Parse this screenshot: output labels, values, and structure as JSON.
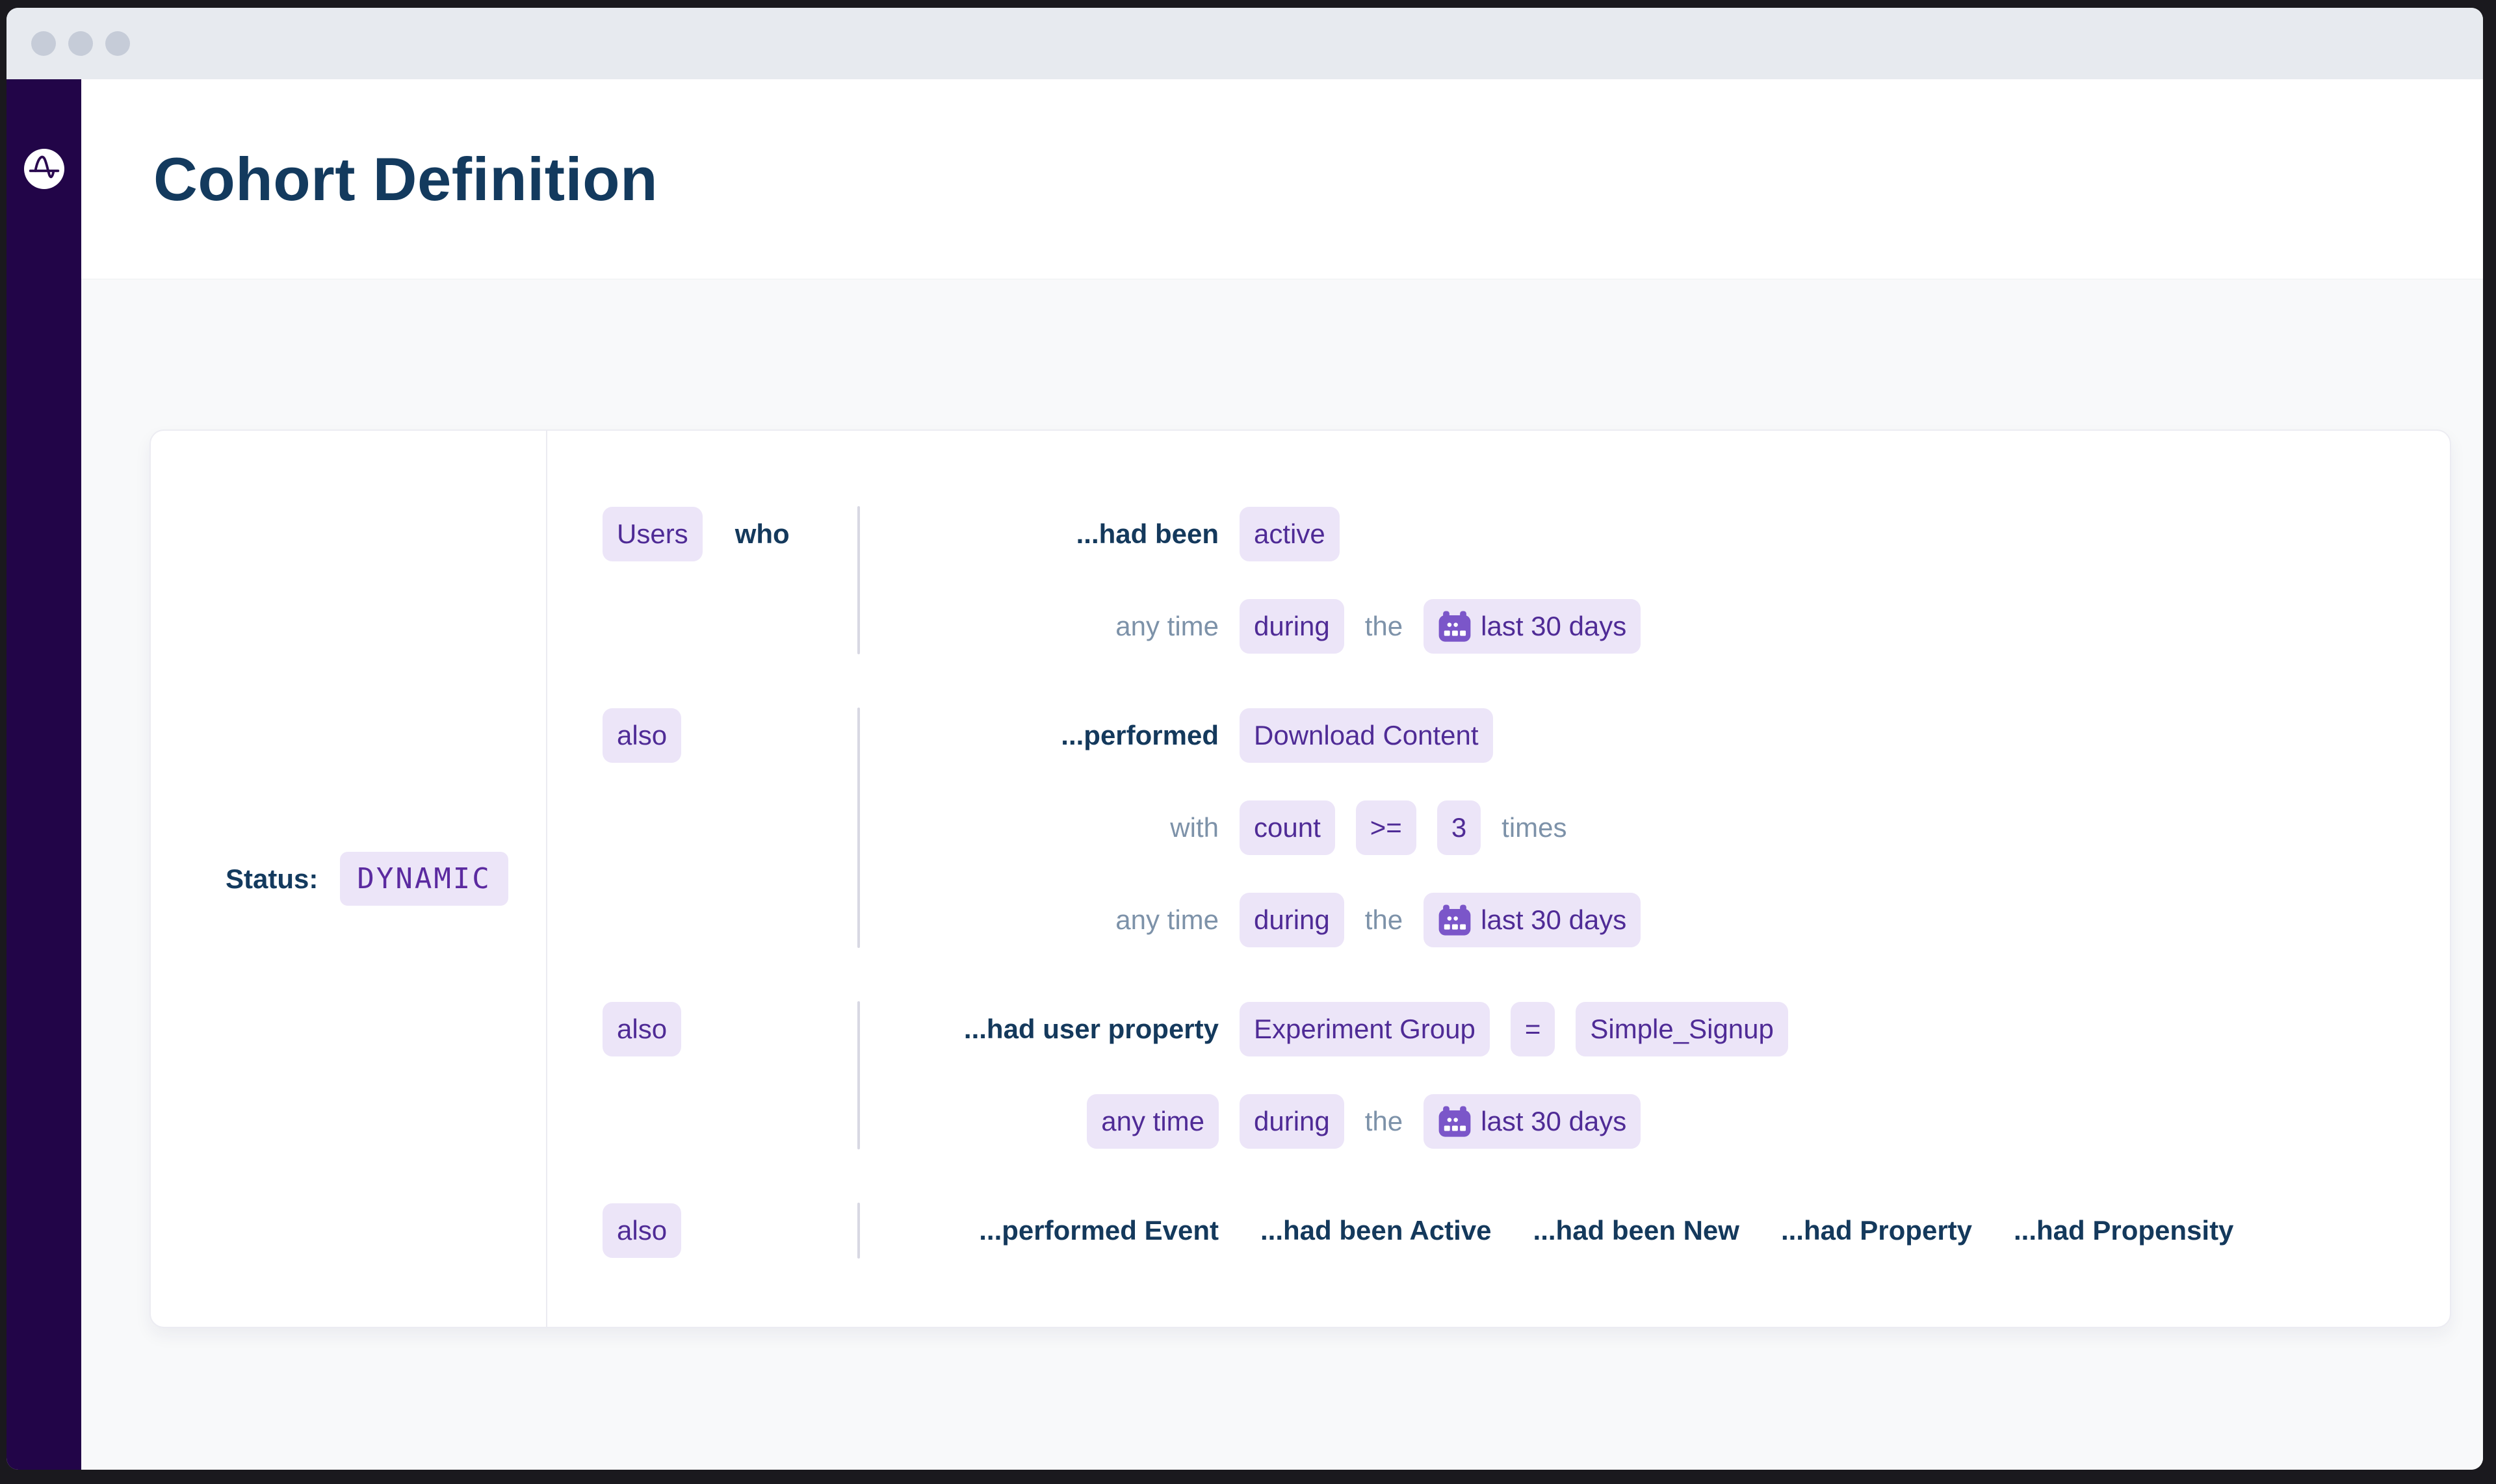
{
  "colors": {
    "accent_purple": "#4f2b96",
    "chip_background": "#ece5f8",
    "calendar_icon_purple": "#7b56c9",
    "navy_text": "#14395c",
    "muted_text": "#7d92a9",
    "sidebar_purple": "#220548",
    "title_bar_grey": "#e7eaef",
    "status_text_purple": "#5b2aa0",
    "page_background": "#f8f9fa"
  },
  "icons": {
    "logo": "amplitude-logo",
    "calendar": "calendar-icon",
    "window_controls": "traffic-light-dots"
  },
  "header": {
    "title": "Cohort Definition"
  },
  "status": {
    "label": "Status:",
    "value": "DYNAMIC"
  },
  "builder": {
    "row1": {
      "subject_chip": "Users",
      "connector": "who",
      "line1": {
        "lead": "...had been",
        "value_chip": "active"
      },
      "line2": {
        "lead": "any time",
        "during_chip": "during",
        "article": "the",
        "window_chip": "last 30 days"
      }
    },
    "row2": {
      "also_chip": "also",
      "line1": {
        "lead": "...performed",
        "event_chip": "Download Content"
      },
      "line2": {
        "lead": "with",
        "agg_chip": "count",
        "op_chip": ">=",
        "value_chip": "3",
        "suffix": "times"
      },
      "line3": {
        "lead": "any time",
        "during_chip": "during",
        "article": "the",
        "window_chip": "last 30 days"
      }
    },
    "row3": {
      "also_chip": "also",
      "line1": {
        "lead": "...had user property",
        "property_chip": "Experiment Group",
        "op_chip": "=",
        "value_chip": "Simple_Signup"
      },
      "line2": {
        "lead_chip": "any time",
        "during_chip": "during",
        "article": "the",
        "window_chip": "last 30 days"
      }
    },
    "row4": {
      "also_chip": "also",
      "options": [
        "...performed Event",
        "...had been Active",
        "...had been New",
        "...had Property",
        "...had Propensity"
      ]
    }
  }
}
